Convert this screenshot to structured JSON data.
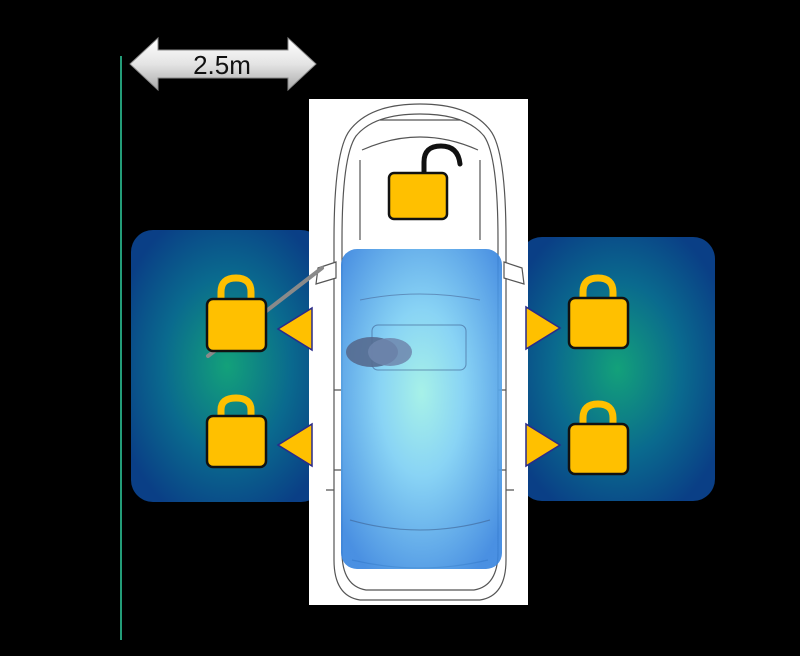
{
  "distance_label": "2.5m",
  "colors": {
    "background": "#000000",
    "lock_fill": "#FFC000",
    "lock_outline": "#1a1a1a",
    "arrow_fill": "#FFC000",
    "arrow_edge": "#2a2a8a",
    "reference_line": "#2fcf9f",
    "zone_center": "#13a17a",
    "zone_edge": "#0a3f86",
    "cabin_light": "#7fd9ff",
    "cabin_dark": "#3a86df",
    "car_outline": "#555555",
    "car_panel": "#ffffff"
  },
  "icons": {
    "trunk_lock": "unlocked-padlock-icon",
    "door_locks": "locked-padlock-icon",
    "door_arrows": "triangle-arrow-icon",
    "distance": "double-headed-arrow-icon",
    "person": "occupant-head-icon"
  },
  "locks": {
    "trunk": "unlocked",
    "front_left": "locked",
    "rear_left": "locked",
    "front_right": "locked",
    "rear_right": "locked"
  }
}
